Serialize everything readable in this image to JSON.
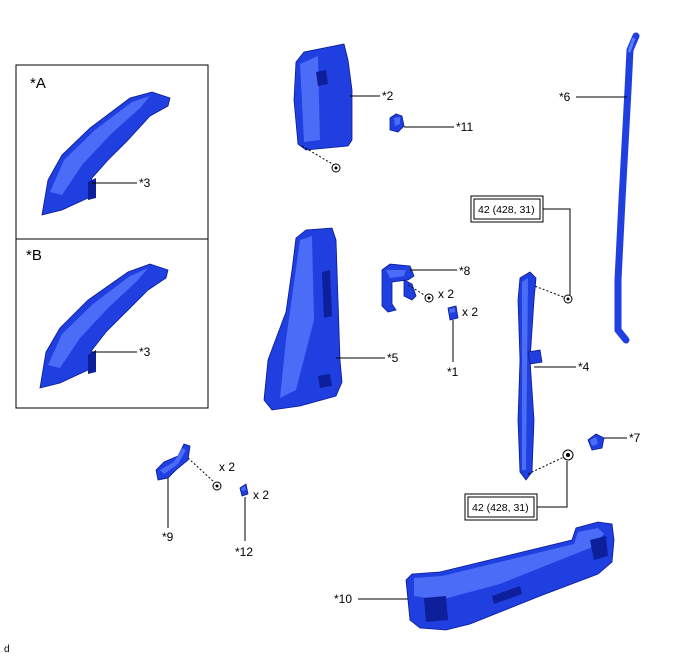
{
  "panels": {
    "a": {
      "label": "*A",
      "callout": "*3"
    },
    "b": {
      "label": "*B",
      "callout": "*3"
    }
  },
  "callouts": {
    "p1": "*1",
    "p2": "*2",
    "p4": "*4",
    "p5": "*5",
    "p6": "*6",
    "p7": "*7",
    "p8": "*8",
    "p9": "*9",
    "p10": "*10",
    "p11": "*11",
    "p12": "*12"
  },
  "quantities": {
    "bolt_8": "x 2",
    "clip_1": "x 2",
    "bolt_9": "x 2",
    "clip_12": "x 2"
  },
  "torque": {
    "upper": "42 (428, 31)",
    "lower": "42 (428, 31)"
  },
  "footer": {
    "code": "d"
  },
  "colors": {
    "part": "#1f3fe0",
    "outline": "#0a1a90",
    "highlight": "#5a7cff"
  }
}
